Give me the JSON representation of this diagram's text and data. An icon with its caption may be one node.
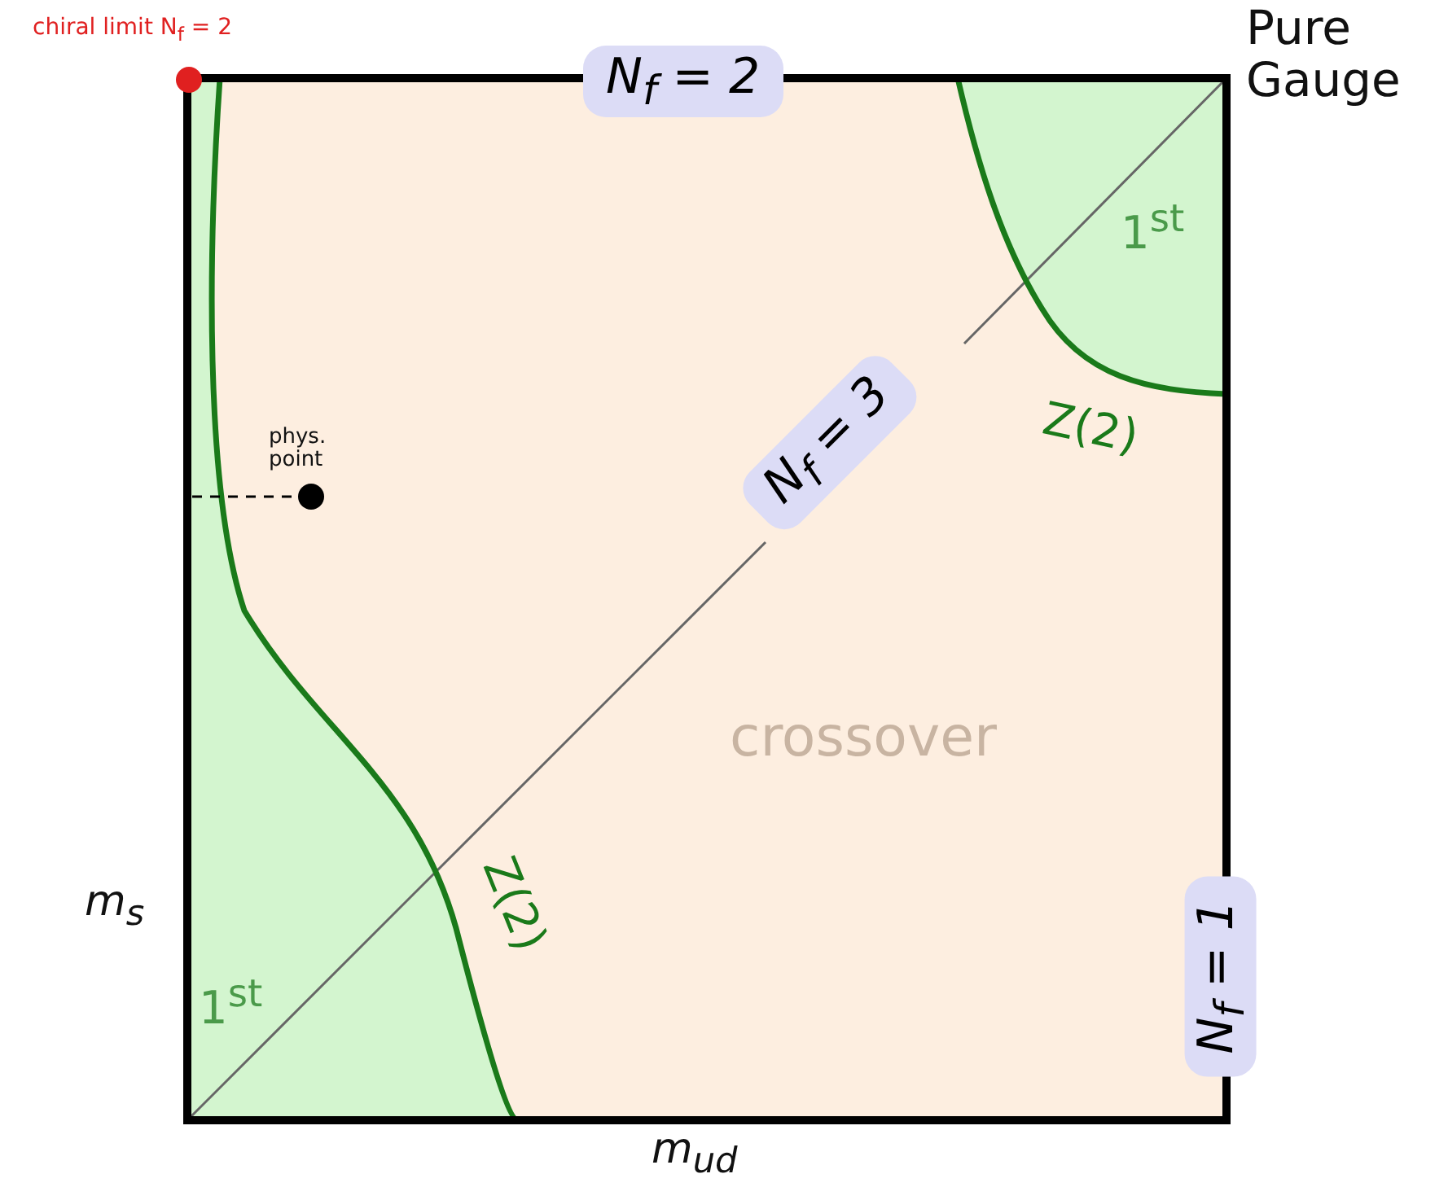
{
  "diagram": {
    "nodes": [
      {
        "text": [
          "N$_{f}$ = 2"
        ]
      },
      {
        "text": [
          "N$_{f}$ = 3"
        ]
      },
      {
        "text": [
          "N$_{f}$ = 1"
        ]
      }
    ],
    "labels": [
      "chiral limit N$_{f}$ = 2",
      "Pure Gauge",
      "1$^{st}$",
      "Z(2)",
      "phys. point",
      "crossover",
      "m$_{s}$",
      "Z(2)",
      "1$^{st}$",
      "m$_{ud}$"
    ]
  }
}
